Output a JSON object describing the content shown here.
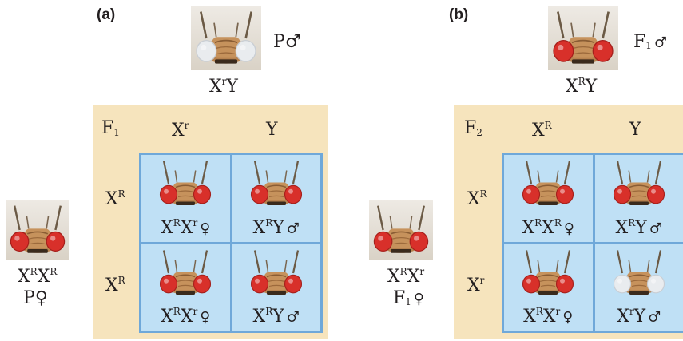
{
  "panel_a": {
    "label": "(a)",
    "father_label": "P♂",
    "father_genotype": {
      "base": "X",
      "sup": "r",
      "tail": "Y"
    },
    "grid_title": {
      "base": "F",
      "sub": "1"
    },
    "col_headers": [
      {
        "base": "X",
        "sup": "r"
      },
      {
        "base": "Y",
        "sup": ""
      }
    ],
    "row_headers": [
      {
        "base": "X",
        "sup": "R"
      },
      {
        "base": "X",
        "sup": "R"
      }
    ],
    "mother_genotype": {
      "a": "X",
      "as": "R",
      "b": "X",
      "bs": "R"
    },
    "mother_label": "P♀",
    "cells": [
      {
        "a": "X",
        "as": "R",
        "b": "X",
        "bs": "r",
        "sex": "♀"
      },
      {
        "a": "X",
        "as": "R",
        "b": "Y",
        "bs": "",
        "sex": "♂"
      },
      {
        "a": "X",
        "as": "R",
        "b": "X",
        "bs": "r",
        "sex": "♀"
      },
      {
        "a": "X",
        "as": "R",
        "b": "Y",
        "bs": "",
        "sex": "♂"
      }
    ]
  },
  "panel_b": {
    "label": "(b)",
    "father_label_base": "F",
    "father_label_sub": "1",
    "father_label_sym": "♂",
    "father_genotype": {
      "base": "X",
      "sup": "R",
      "tail": "Y"
    },
    "grid_title": {
      "base": "F",
      "sub": "2"
    },
    "col_headers": [
      {
        "base": "X",
        "sup": "R"
      },
      {
        "base": "Y",
        "sup": ""
      }
    ],
    "row_headers": [
      {
        "base": "X",
        "sup": "R"
      },
      {
        "base": "X",
        "sup": "r"
      }
    ],
    "mother_genotype": {
      "a": "X",
      "as": "R",
      "b": "X",
      "bs": "r"
    },
    "mother_label_base": "F",
    "mother_label_sub": "1",
    "mother_label_sym": "♀",
    "cells": [
      {
        "a": "X",
        "as": "R",
        "b": "X",
        "bs": "R",
        "sex": "♀"
      },
      {
        "a": "X",
        "as": "R",
        "b": "Y",
        "bs": "",
        "sex": "♂"
      },
      {
        "a": "X",
        "as": "R",
        "b": "X",
        "bs": "r",
        "sex": "♀"
      },
      {
        "a": "X",
        "as": "r",
        "b": "Y",
        "bs": "",
        "sex": "♂"
      }
    ]
  },
  "colors": {
    "red_eye": "#d8302a",
    "white_eye": "#e9ecef",
    "grid_border": "#6fa8d9",
    "cell_fill": "#bfe0f5",
    "panel_fill": "#f6e4bd"
  }
}
